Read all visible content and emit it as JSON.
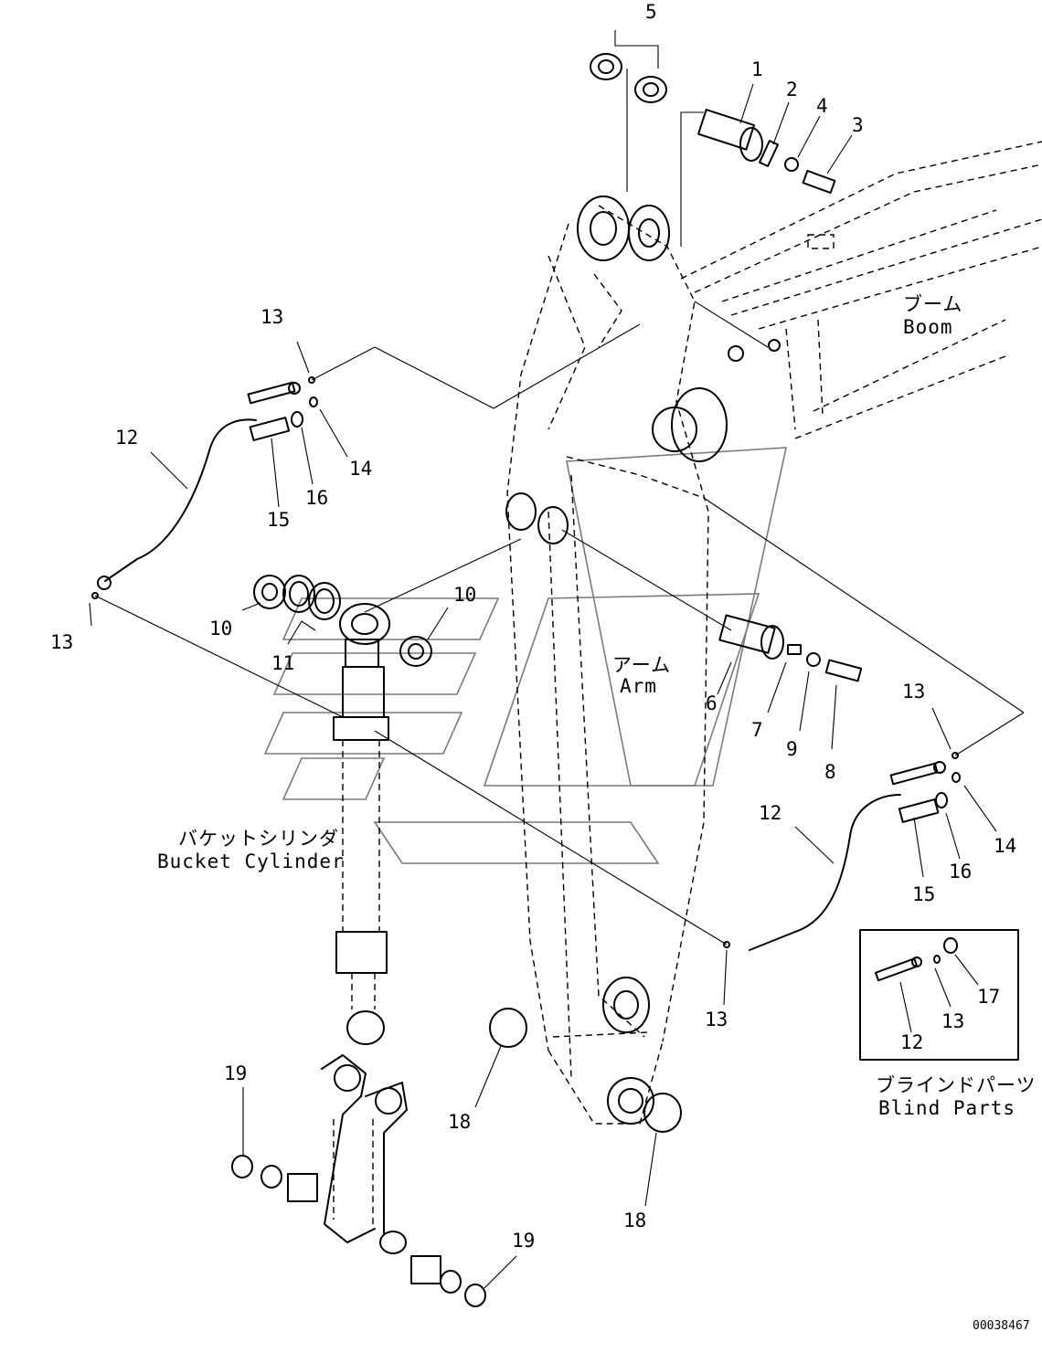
{
  "callouts": {
    "c1": "1",
    "c2": "2",
    "c3": "3",
    "c4": "4",
    "c5": "5",
    "c6": "6",
    "c7": "7",
    "c8": "8",
    "c9": "9",
    "c10a": "10",
    "c10b": "10",
    "c11": "11",
    "c12a": "12",
    "c12b": "12",
    "c12c": "12",
    "c13a": "13",
    "c13b": "13",
    "c13c": "13",
    "c13d": "13",
    "c13e": "13",
    "c14a": "14",
    "c14b": "14",
    "c15a": "15",
    "c15b": "15",
    "c16a": "16",
    "c16b": "16",
    "c17": "17",
    "c18a": "18",
    "c18b": "18",
    "c19a": "19",
    "c19b": "19"
  },
  "labels": {
    "boom_jp": "ブーム",
    "boom_en": "Boom",
    "arm_jp": "アーム",
    "arm_en": "Arm",
    "bucket_cyl_jp": "バケットシリンダ",
    "bucket_cyl_en": "Bucket Cylinder",
    "blind_jp": "ブラインドパーツ",
    "blind_en": "Blind Parts"
  },
  "drawing_number": "00038467"
}
